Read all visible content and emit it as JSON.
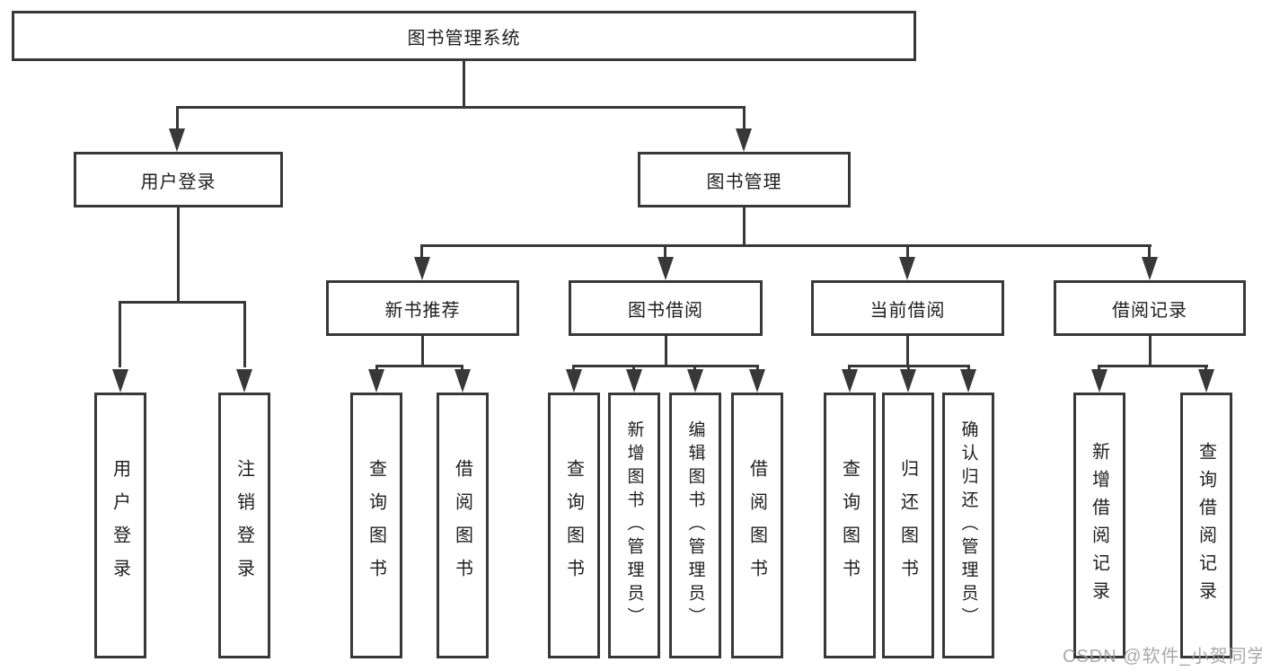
{
  "diagram": {
    "colors": {
      "line": "#383838",
      "text": "#1e1e1e",
      "box_background": "#ffffff",
      "watermark": "#a0a0a0",
      "page_background": "#ffffff"
    },
    "root": {
      "label": "图书管理系统"
    },
    "branches": [
      {
        "label": "用户登录"
      },
      {
        "label": "图书管理"
      }
    ],
    "modules": [
      {
        "label": "新书推荐",
        "parent": "图书管理"
      },
      {
        "label": "图书借阅",
        "parent": "图书管理"
      },
      {
        "label": "当前借阅",
        "parent": "图书管理"
      },
      {
        "label": "借阅记录",
        "parent": "图书管理"
      }
    ],
    "leaves": [
      {
        "label": "用户登录",
        "parent": "用户登录"
      },
      {
        "label": "注销登录",
        "parent": "用户登录"
      },
      {
        "label": "查询图书",
        "parent": "新书推荐"
      },
      {
        "label": "借阅图书",
        "parent": "新书推荐"
      },
      {
        "label": "查询图书",
        "parent": "图书借阅"
      },
      {
        "label": "新增图书（管理员）",
        "parent": "图书借阅"
      },
      {
        "label": "编辑图书（管理员）",
        "parent": "图书借阅"
      },
      {
        "label": "借阅图书",
        "parent": "图书借阅"
      },
      {
        "label": "查询图书",
        "parent": "当前借阅"
      },
      {
        "label": "归还图书",
        "parent": "当前借阅"
      },
      {
        "label": "确认归还（管理员）",
        "parent": "当前借阅"
      },
      {
        "label": "新增借阅记录",
        "parent": "借阅记录"
      },
      {
        "label": "查询借阅记录",
        "parent": "借阅记录"
      }
    ]
  },
  "watermark": {
    "text": "CSDN @软件_小贺同学"
  }
}
